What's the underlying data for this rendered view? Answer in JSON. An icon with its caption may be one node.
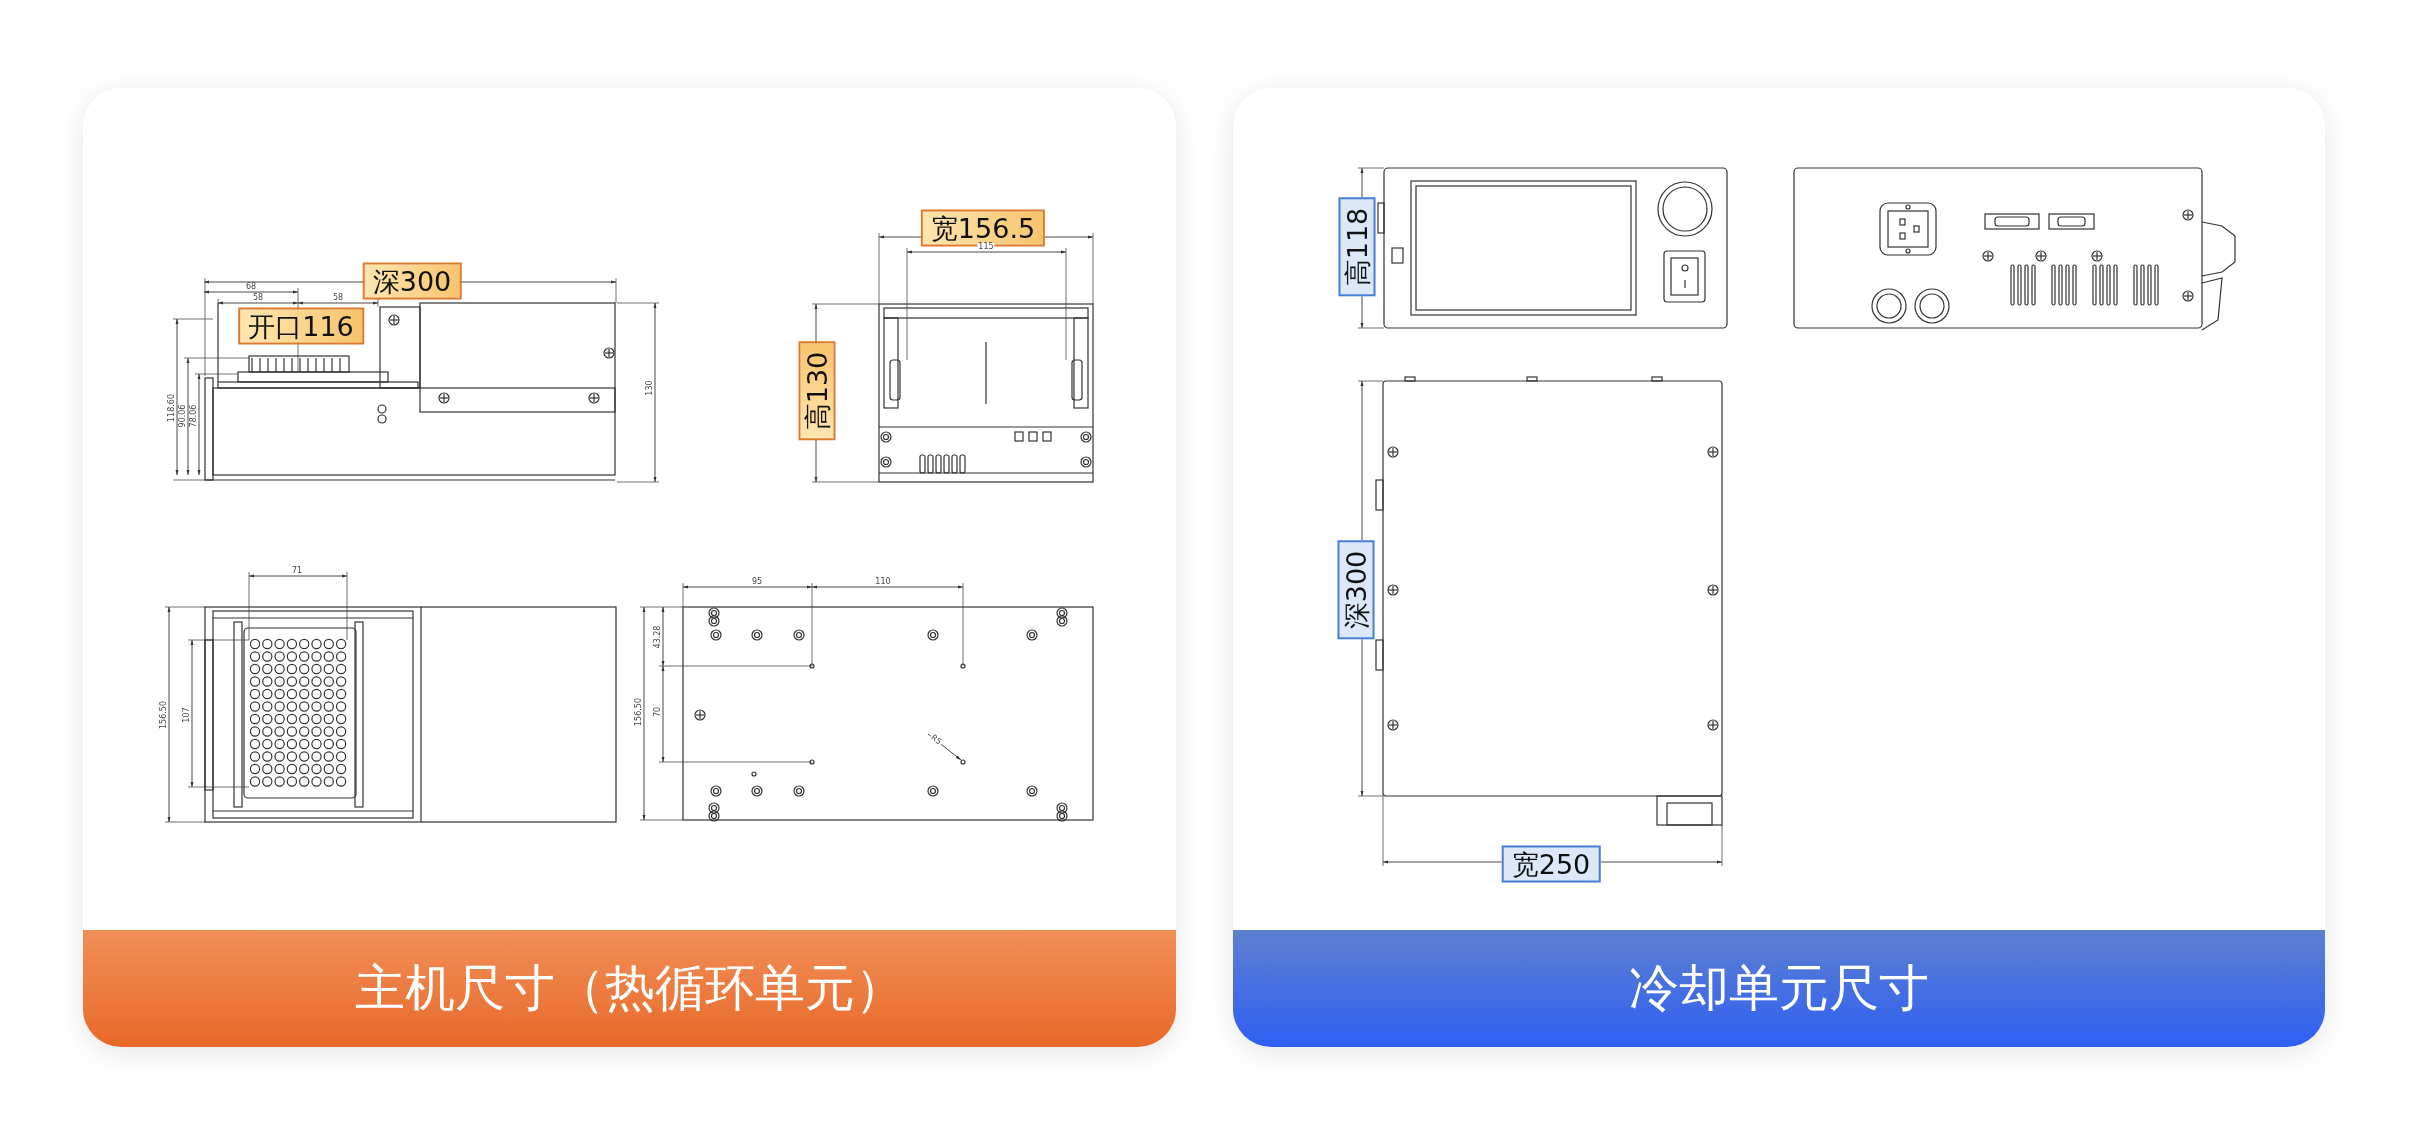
{
  "diagram": {
    "nodes": [
      {
        "text": [
          "主机尺寸（热循环单元）"
        ]
      },
      {
        "text": [
          "冷却单元尺寸"
        ]
      }
    ],
    "edges": [],
    "labels": [
      "宽156.5",
      "深300",
      "68",
      "115",
      "58",
      "58",
      "开口116",
      "118.60",
      "90.06",
      "78.06",
      "130",
      "高130",
      "71",
      "95",
      "110",
      "43.28",
      "156.50",
      "107",
      "156.50",
      "70",
      "R5",
      "高118",
      "深300",
      "宽250"
    ]
  }
}
